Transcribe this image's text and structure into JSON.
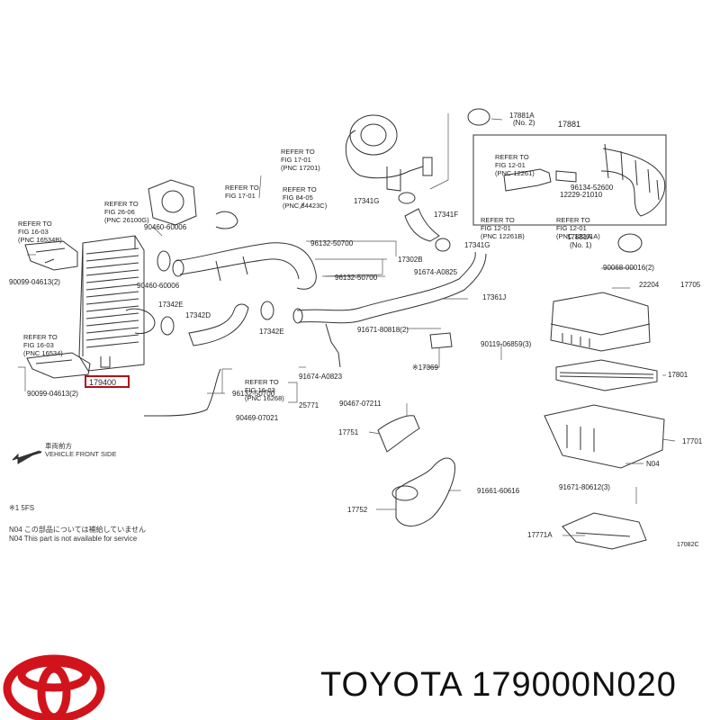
{
  "parts": {
    "p_17881A": "17881A",
    "p_note2": "(No. 2)",
    "p_17881": "17881",
    "p_17341G_a": "17341G",
    "p_17341F": "17341F",
    "p_17341G_b": "17341G",
    "p_17881A_b": "17881A",
    "p_note1": "(No. 1)",
    "p_90068": "90068-00016(2)",
    "p_22204": "22204",
    "p_17705": "17705",
    "p_17302B": "17302B",
    "p_96132_a": "96132-50700",
    "p_96132_b": "96132-50700",
    "p_96132_c": "96132-50700",
    "p_91674_a": "91674-A0825",
    "p_91674_b": "91674-A0823",
    "p_17361J": "17361J",
    "p_91671_a": "91671-80818(2)",
    "p_17369": "※17369",
    "p_90119": "90119-06859(3)",
    "p_17801": "17801",
    "p_90460_a": "90460-60006",
    "p_90460_b": "90460-60006",
    "p_17342E_a": "17342E",
    "p_17342D": "17342D",
    "p_17342E_b": "17342E",
    "p_90099_a": "90099-04613(2)",
    "p_90099_b": "90099-04613(2)",
    "p_179400": "179400",
    "p_25771": "25771",
    "p_90469": "90469-07021",
    "p_90467": "90467-07211",
    "p_17751": "17751",
    "p_17752": "17752",
    "p_91661": "91661-60616",
    "p_17701": "17701",
    "p_N04": "N04",
    "p_91671_b": "91671-80612(3)",
    "p_17771A": "17771A",
    "p_96134": "96134-52600",
    "p_12229": "12229-21010",
    "p_code": "17082C"
  },
  "refs": {
    "r1": [
      "REFER TO",
      "FIG 17-01",
      "(PNC 17201)"
    ],
    "r2": [
      "REFER TO",
      "FIG 26-06",
      "(PNC 26100G)"
    ],
    "r3": [
      "REFER TO",
      "FIG 17-01"
    ],
    "r4": [
      "REFER TO",
      "FIG 84-05",
      "(PNC 84423C)"
    ],
    "r5": [
      "REFER TO",
      "FIG 16-03",
      "(PNC 16534B)"
    ],
    "r6": [
      "REFER TO",
      "FIG 16-03",
      "(PNC 16534)"
    ],
    "r7": [
      "REFER TO",
      "FIG 16-03",
      "(PNC 16268)"
    ],
    "r8": [
      "REFER TO",
      "FIG 12-01",
      "(PNC 12261)"
    ],
    "r9": [
      "REFER TO",
      "FIG 12-01",
      "(PNC 12261B)"
    ],
    "r10": [
      "REFER TO",
      "FIG 12-01",
      "(PNC 12261A)"
    ]
  },
  "direction": {
    "jp": "車両前方",
    "en": "VEHICLE FRONT SIDE"
  },
  "notes": {
    "n1": "※1 5FS",
    "n2": "N04  この部品については補給していません",
    "n3": "N04  This part is not available for service"
  },
  "brand": {
    "text": "TOYOTA 179000N020",
    "logo_color": "#d1141c"
  }
}
